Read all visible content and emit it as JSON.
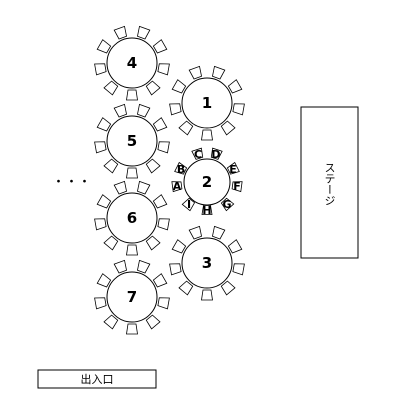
{
  "tables": [
    {
      "id": "1",
      "label": "1"
    },
    {
      "id": "2",
      "label": "2"
    },
    {
      "id": "3",
      "label": "3"
    },
    {
      "id": "4",
      "label": "4"
    },
    {
      "id": "5",
      "label": "5"
    },
    {
      "id": "6",
      "label": "6"
    },
    {
      "id": "7",
      "label": "7"
    }
  ],
  "seat_labels": [
    "A",
    "B",
    "C",
    "D",
    "E",
    "F",
    "G",
    "H",
    "I"
  ],
  "stage_label": "ステージ",
  "entrance_label": "出入口",
  "more_tables": "・・・"
}
